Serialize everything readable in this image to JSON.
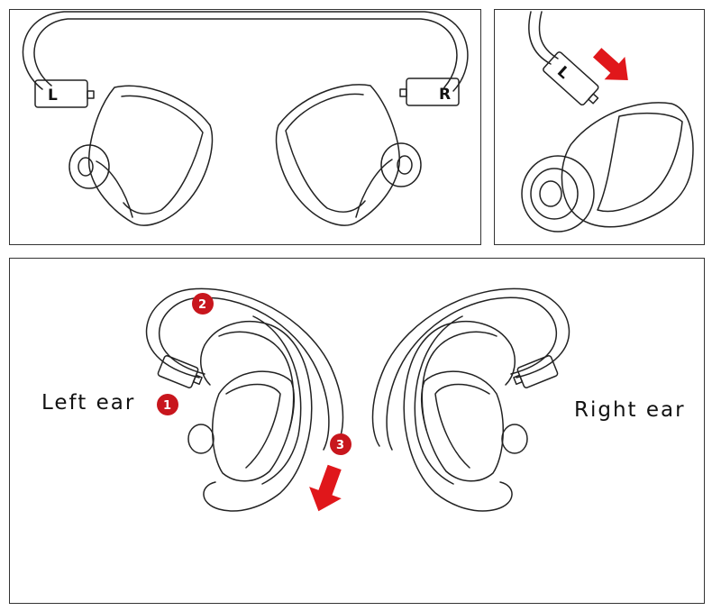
{
  "plugs": {
    "left": "L",
    "right": "R"
  },
  "labels": {
    "left_ear": "Left ear",
    "right_ear": "Right ear"
  },
  "steps": [
    "1",
    "2",
    "3"
  ],
  "colors": {
    "arrow": "#e0171b",
    "line": "#222222",
    "step_badge": "#c8161d"
  }
}
